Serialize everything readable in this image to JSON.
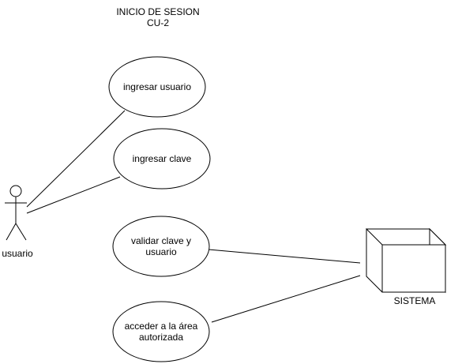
{
  "diagram": {
    "title_line1": "INICIO DE SESION",
    "title_line2": "CU-2",
    "actor": {
      "label": "usuario"
    },
    "system_node": {
      "label": "SISTEMA"
    },
    "use_cases": [
      {
        "label": "ingresar usuario"
      },
      {
        "label": "ingresar clave"
      },
      {
        "label_line1": "validar clave y",
        "label_line2": "usuario"
      },
      {
        "label_line1": "acceder a la área",
        "label_line2": "autorizada"
      }
    ],
    "colors": {
      "stroke": "#000000",
      "fill": "#ffffff"
    }
  }
}
